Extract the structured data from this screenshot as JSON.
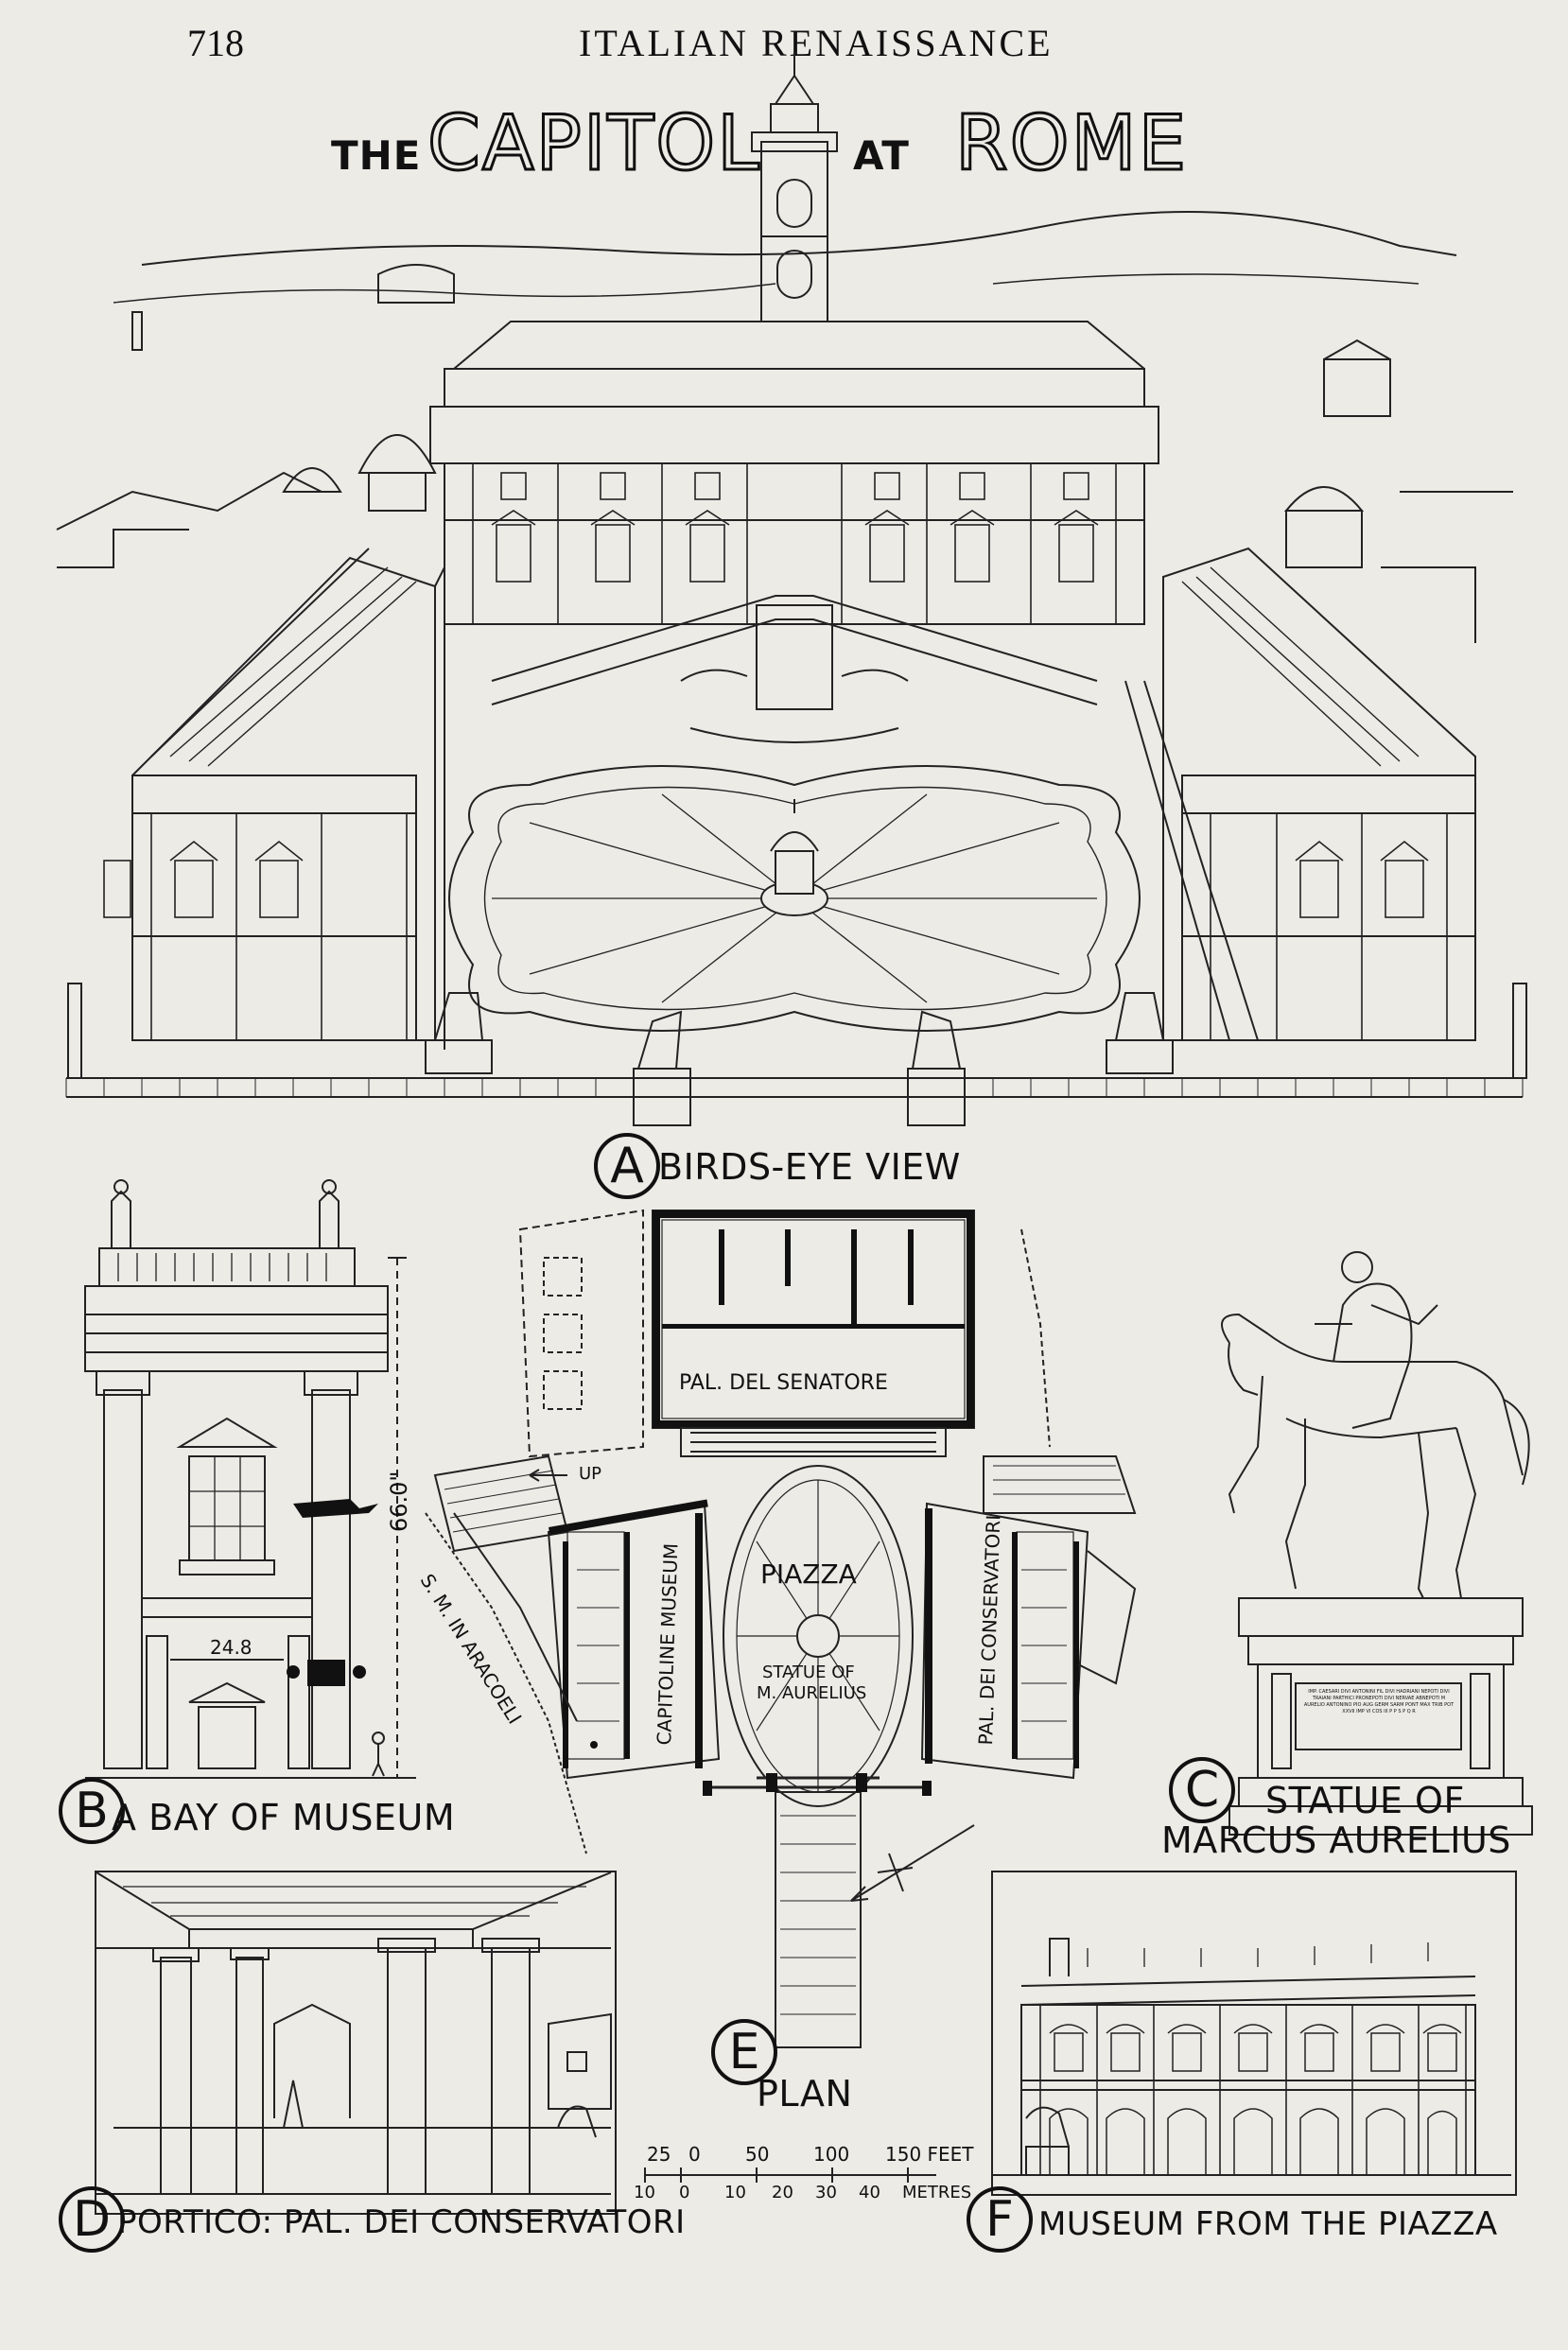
{
  "header": {
    "page_number": "718",
    "running_title": "ITALIAN RENAISSANCE"
  },
  "plate_title": {
    "the": "THE",
    "capitol": "CAPITOL",
    "at": "AT",
    "rome": "ROME"
  },
  "panels": {
    "a": {
      "letter": "A",
      "caption": "BIRDS-EYE VIEW"
    },
    "b": {
      "letter": "B",
      "caption": "A BAY OF MUSEUM",
      "width_dim": "24.8",
      "height_dim": "66.0\""
    },
    "c": {
      "letter": "C",
      "caption_line1": "STATUE OF",
      "caption_line2": "MARCUS AURELIUS",
      "inscription": "IMP. CAESARI DIVI ANTONINI FIL DIVI HADRIANI NEPOTI DIVI TRAIANI PARTHICI PRONEPOTI DIVI NERVAE ABNEPOTI M AURELIO ANTONINO PIO AUG GERM SARM PONT MAX TRIB POT XXVII IMP VI COS III P P S P Q R"
    },
    "d": {
      "letter": "D",
      "caption": "PORTICO: PAL. DEI CONSERVATORI"
    },
    "e": {
      "letter": "E",
      "caption": "PLAN"
    },
    "f": {
      "letter": "F",
      "caption": "MUSEUM FROM THE PIAZZA"
    }
  },
  "plan_labels": {
    "senatore": "PAL. DEL SENATORE",
    "piazza": "PIAZZA",
    "statue_line1": "STATUE OF",
    "statue_line2": "M. AURELIUS",
    "capitoline": "CAPITOLINE MUSEUM",
    "conservatori": "PAL. DEI CONSERVATORI",
    "aracoeli": "S. M. IN ARACOELI",
    "up": "UP"
  },
  "scale_bar": {
    "feet_ticks": [
      "25",
      "0",
      "50",
      "100",
      "150 FEET"
    ],
    "metre_ticks": [
      "10",
      "0",
      "10",
      "20",
      "30",
      "40",
      "METRES"
    ]
  }
}
